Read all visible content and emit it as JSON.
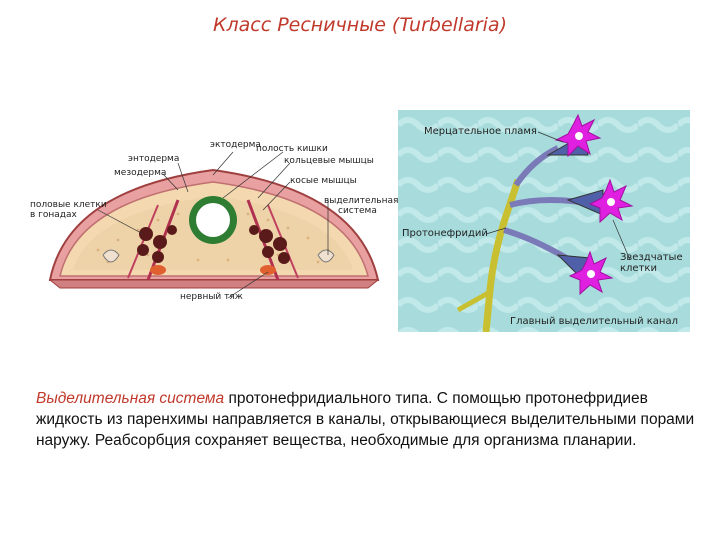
{
  "title": "Класс Ресничные (Turbellaria)",
  "left_figure": {
    "labels": {
      "ectoderm": "эктодерма",
      "gut_cavity": "полость кишки",
      "entoderm": "энтодерма",
      "ring_muscles": "кольцевые мышцы",
      "mesoderm": "мезодерма",
      "oblique_muscles": "косые мышцы",
      "sex_cells_1": "половые клетки",
      "sex_cells_2": "в гонадах",
      "excretory_1": "выделительная",
      "excretory_2": "система",
      "nerve_cord": "нервный тяж"
    }
  },
  "right_figure": {
    "labels": {
      "flame": "Мерцательное пламя",
      "protonephridium": "Протонефридий",
      "stellate_1": "Звездчатые",
      "stellate_2": "клетки",
      "main_canal": "Главный выделительный канал"
    }
  },
  "text": {
    "highlight": "Выделительная система",
    "rest": " протонефридиального типа. С помощью протонефридиев жидкость из паренхимы направляется в каналы, открывающиеся выделительными порами наружу. Реабсорбция сохраняет вещества, необходимые для организма планарии."
  },
  "colors": {
    "title": "#c0392b",
    "highlight": "#c0392b",
    "background_right": "#a8dcdc",
    "stellate_cells": "#e020e0",
    "canal": "#c8c030"
  }
}
